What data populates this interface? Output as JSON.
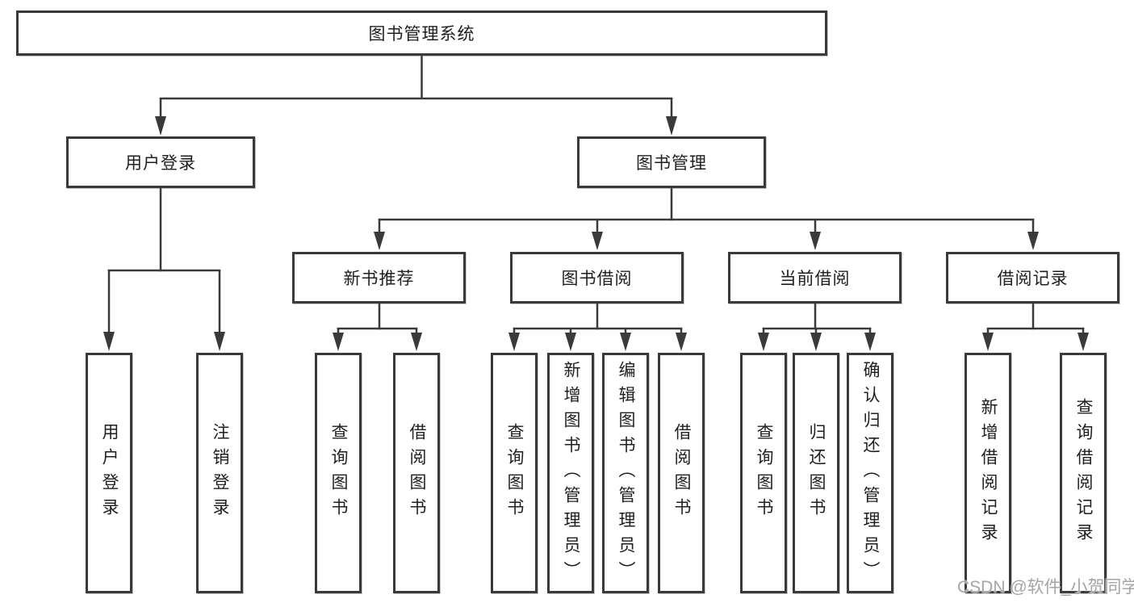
{
  "diagram": {
    "type": "functional-structure-chart",
    "colors": {
      "background": "#ffffff",
      "line": "#3a3a3a",
      "box_border": "#3a3a3a",
      "text": "#1f1f1f",
      "watermark": "#a5a5a5"
    }
  },
  "tree": {
    "root": {
      "label": "图书管理系统"
    },
    "branches": [
      {
        "label": "用户登录",
        "children": [
          {
            "label": "用户登录"
          },
          {
            "label": "注销登录"
          }
        ]
      },
      {
        "label": "图书管理",
        "children": [
          {
            "label": "新书推荐",
            "children": [
              {
                "label": "查询图书"
              },
              {
                "label": "借阅图书"
              }
            ]
          },
          {
            "label": "图书借阅",
            "children": [
              {
                "label": "查询图书"
              },
              {
                "label": "新增图书（管理员）"
              },
              {
                "label": "编辑图书（管理员）"
              },
              {
                "label": "借阅图书"
              }
            ]
          },
          {
            "label": "当前借阅",
            "children": [
              {
                "label": "查询图书"
              },
              {
                "label": "归还图书"
              },
              {
                "label": "确认归还（管理员）"
              }
            ]
          },
          {
            "label": "借阅记录",
            "children": [
              {
                "label": "新增借阅记录"
              },
              {
                "label": "查询借阅记录"
              }
            ]
          }
        ]
      }
    ]
  },
  "watermark": {
    "text": "CSDN @软件_小贺同学"
  }
}
